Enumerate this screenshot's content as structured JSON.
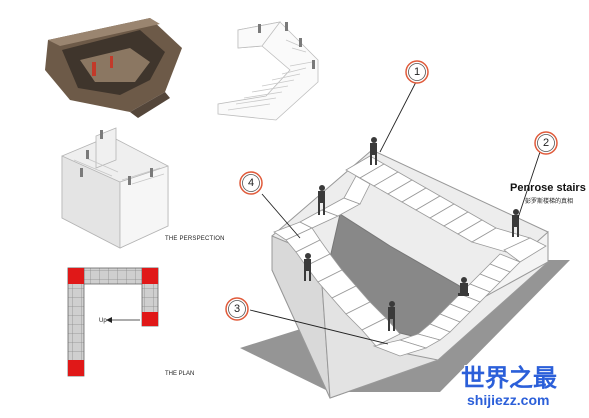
{
  "captions": {
    "perspection": "THE PERSPECTION",
    "plan": "THE PLAN",
    "plan_up": "Up"
  },
  "title": {
    "main": "Penrose stairs",
    "cn": "彭罗斯楼梯的真相"
  },
  "callouts": [
    "1",
    "2",
    "3",
    "4"
  ],
  "watermark": {
    "cn": "世界之最",
    "url": "shijiezz.com"
  },
  "colors": {
    "plan_red": "#e01818",
    "callout_ring": "#e05a3a",
    "watermark_blue": "#2b5fd9"
  }
}
